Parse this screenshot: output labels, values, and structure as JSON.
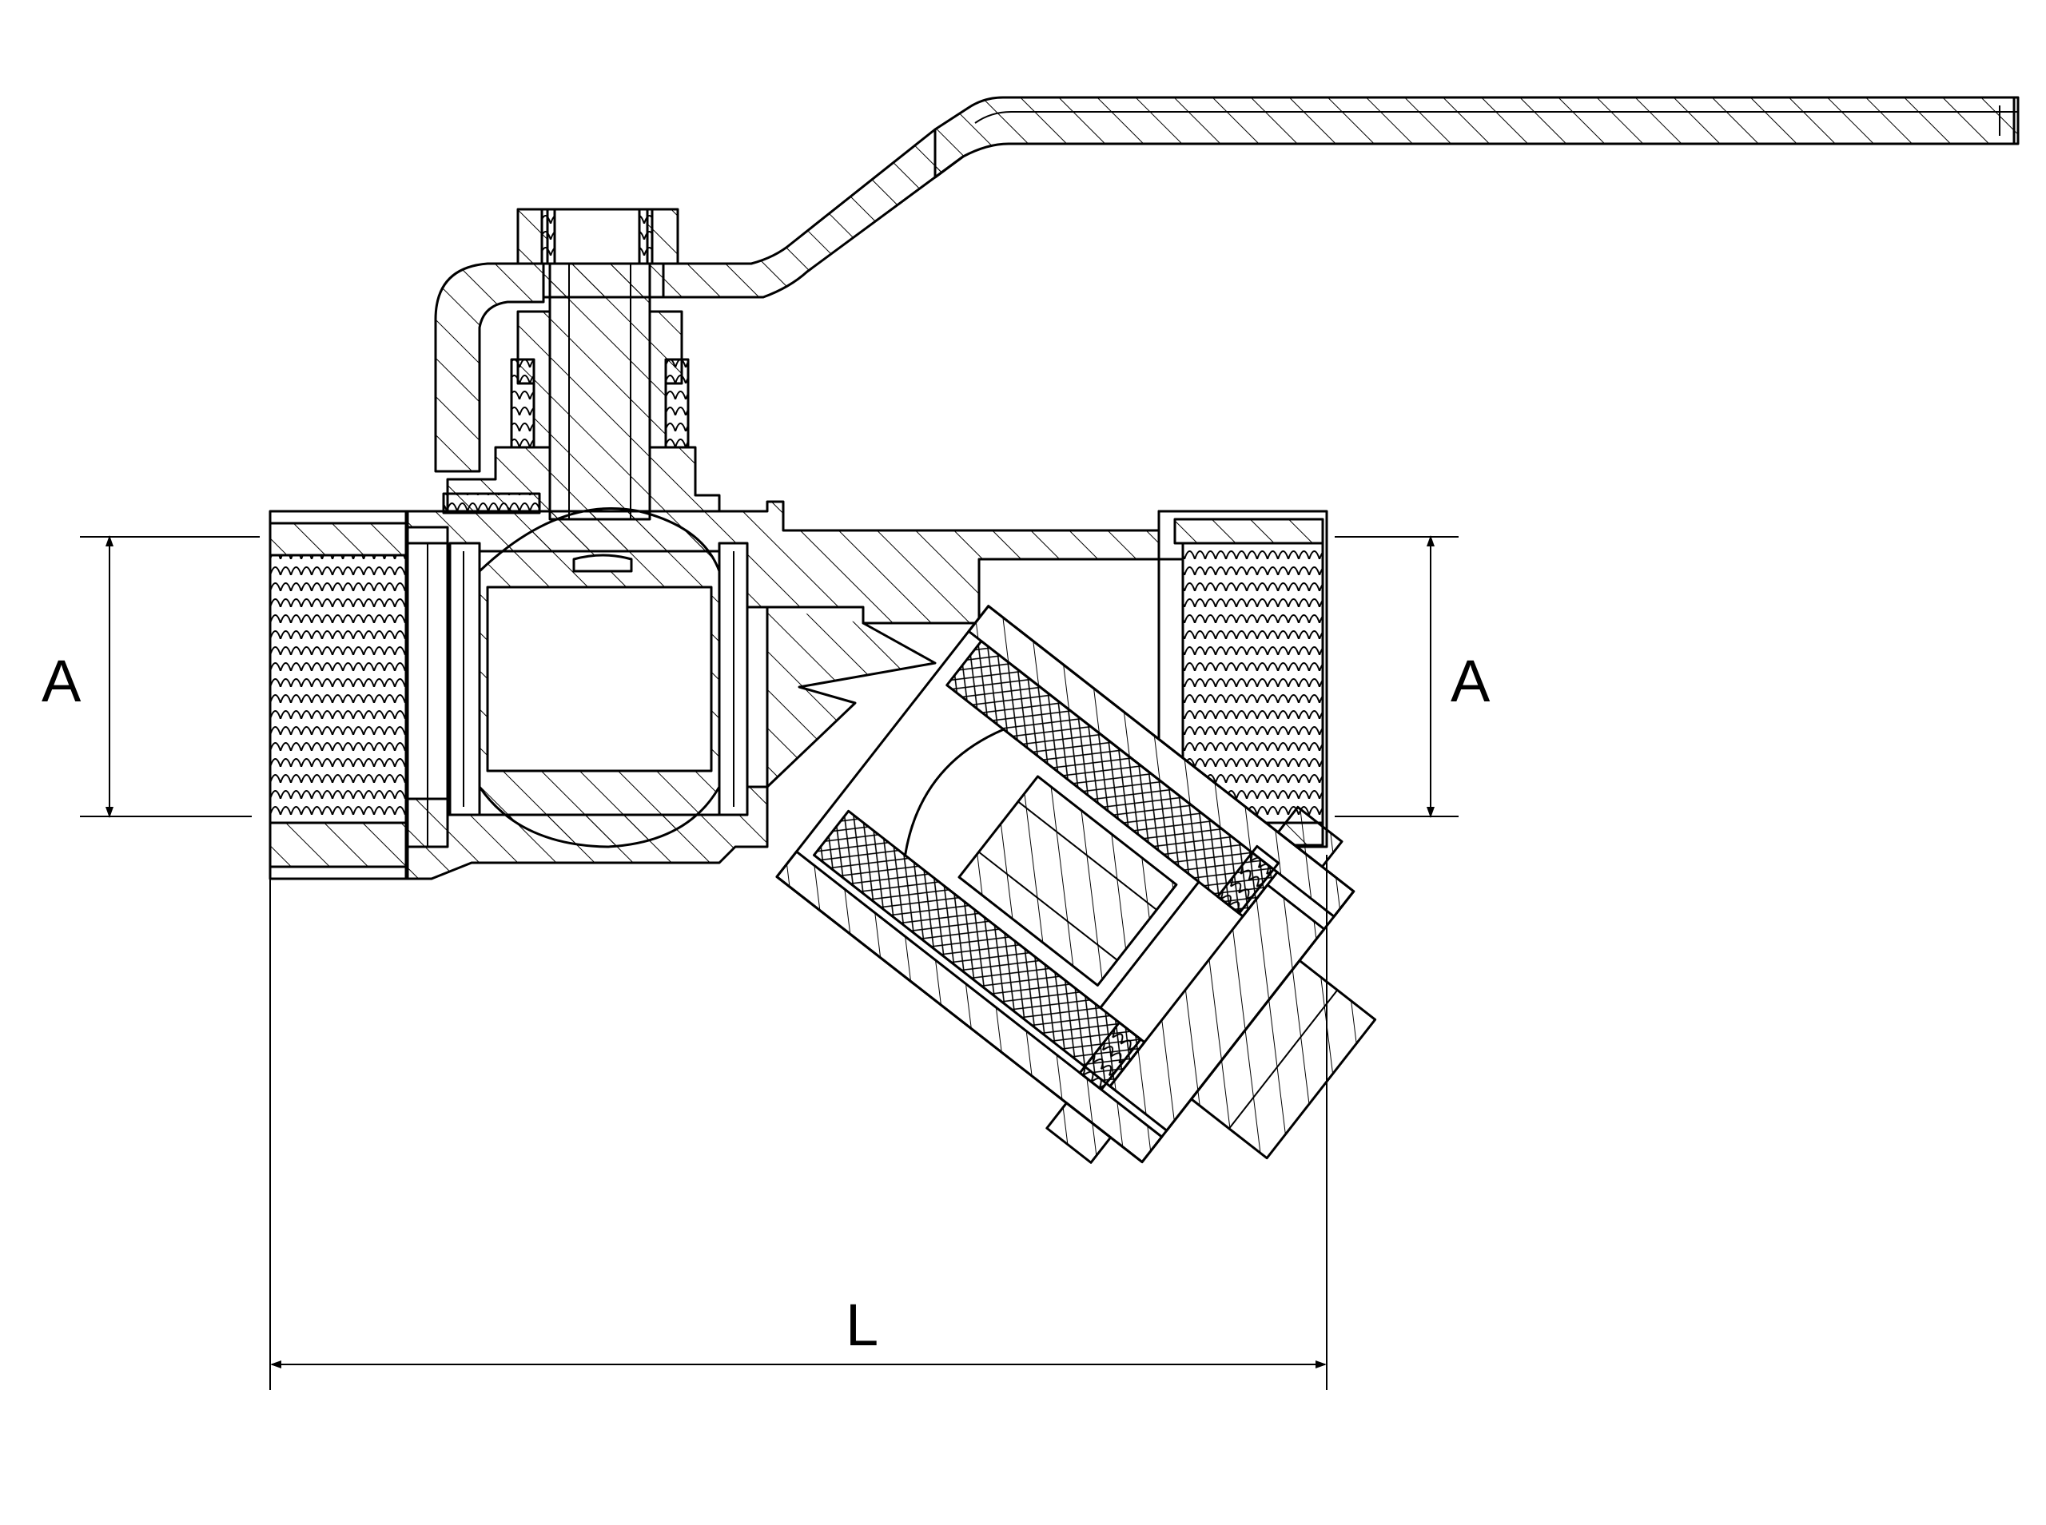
{
  "drawing": {
    "description_free": true,
    "labels": {
      "port_left": "A",
      "port_right": "A",
      "overall_length": "L"
    },
    "colors": {
      "line": "#000000",
      "background": "#ffffff"
    }
  }
}
